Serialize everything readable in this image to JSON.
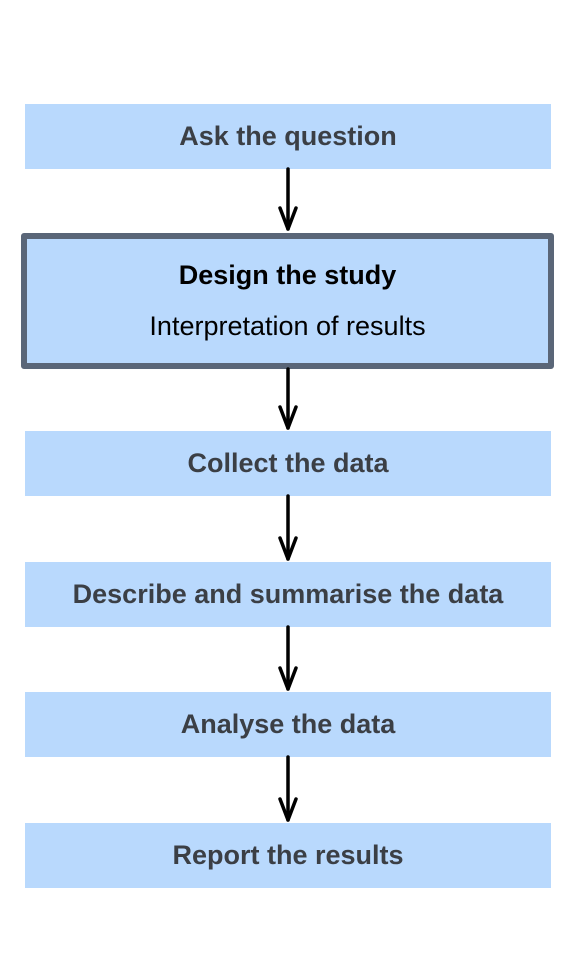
{
  "steps": [
    {
      "label": "Ask the question"
    },
    {
      "label": "Design the study",
      "sublabel": "Interpretation of results",
      "highlighted": true
    },
    {
      "label": "Collect the data"
    },
    {
      "label": "Describe and summarise the data"
    },
    {
      "label": "Analyse the data"
    },
    {
      "label": "Report the results"
    }
  ],
  "colors": {
    "box_fill": "#b9d9fd",
    "box_text": "#3b3f45",
    "highlight_border": "#5a6678",
    "arrow": "#000000"
  }
}
